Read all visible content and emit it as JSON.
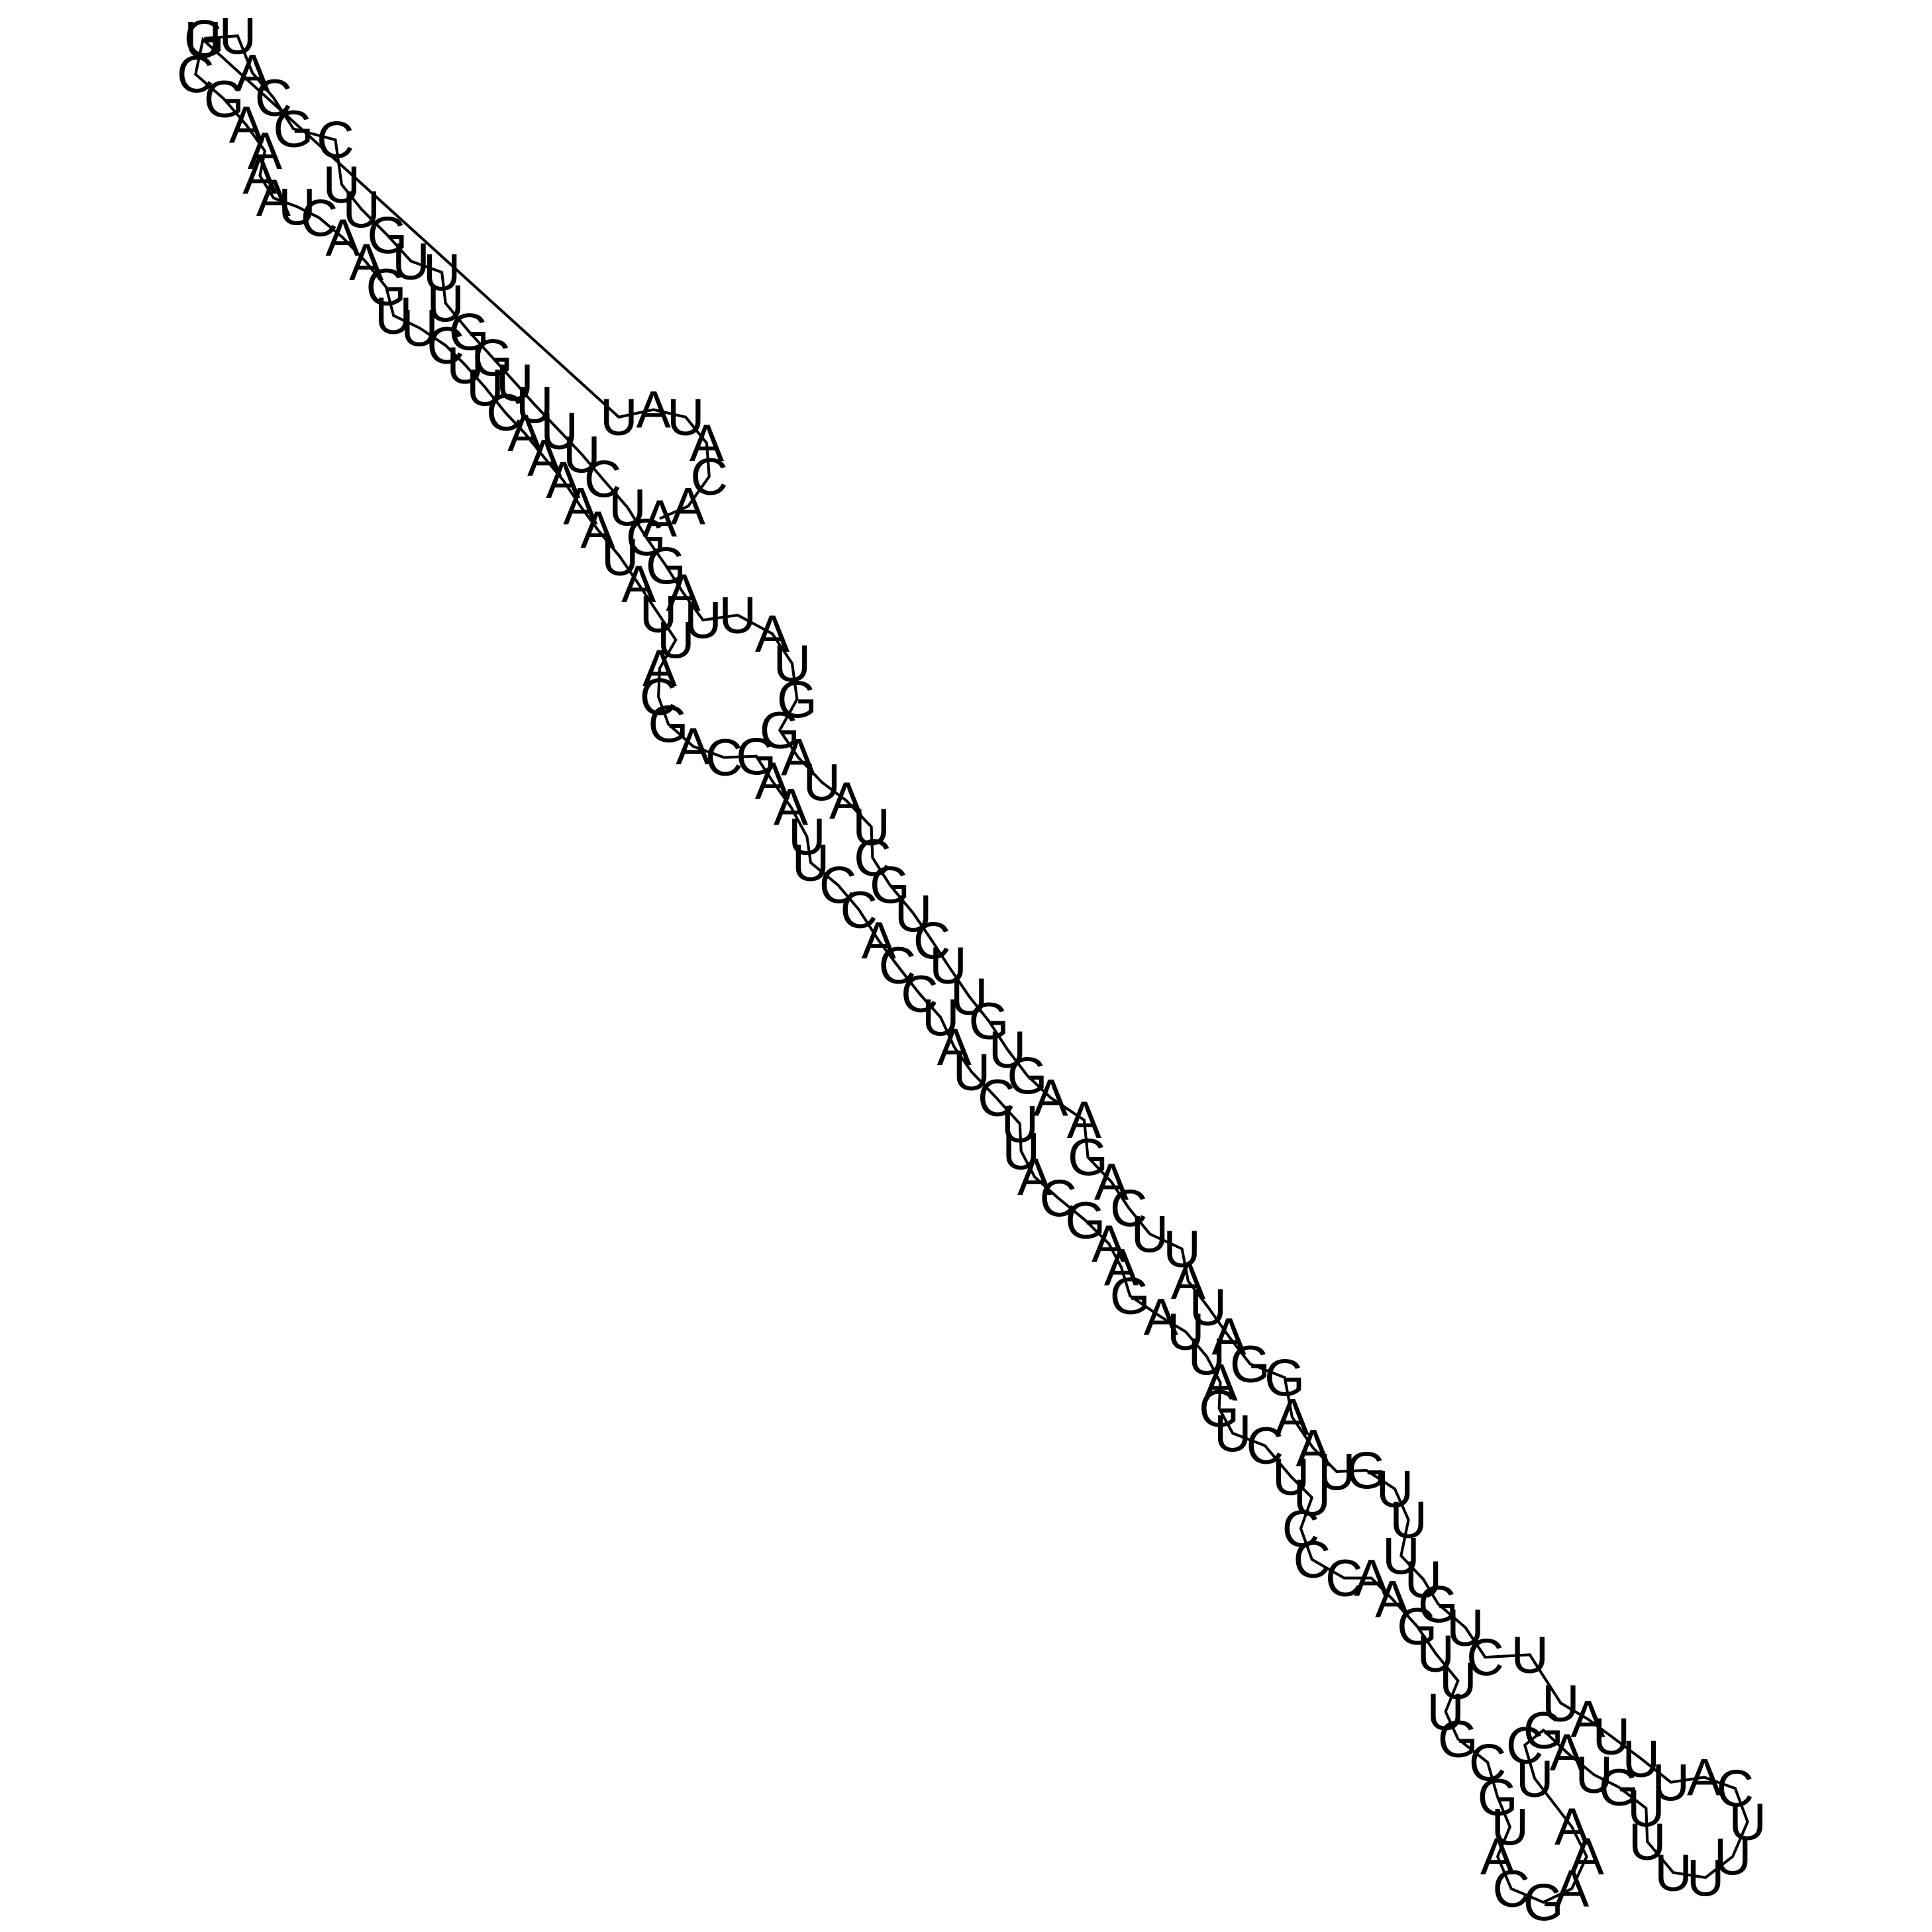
{
  "diagram": {
    "type": "rna-secondary-structure",
    "sequence_visible": "GUACGCUUGUUUGGUUUUCUGGAUUAUGGAUAUCGUCUUGUGAAGACUUAUAGGAAUGUUUUGUCAUUUACUUUUUUUGUAGCUAAAGCAUGCGUUUGAACCCUUCUGAUUAGAAGCAUUCUAUCCACCUUAAGCAGCAUUAUAAAAACUUCUUGAACUAAAAGCUUAUACAACAUUUACCAUCAAAAACGUGAAGCCGUUCCUGUGCAACAUCCUAUUAGCACUAAUUGCUUAUAGAUAGAGUGUUUUGCAUGUCCCA",
    "stroke_color": "#000000",
    "label_color": "#000000",
    "nucleotides": [
      {
        "base": "G"
      },
      {
        "base": "U"
      },
      {
        "base": "A"
      },
      {
        "base": "C"
      },
      {
        "base": "G"
      },
      {
        "base": "C"
      },
      {
        "base": "U"
      },
      {
        "base": "U"
      },
      {
        "base": "G"
      },
      {
        "base": "U"
      },
      {
        "base": "U"
      },
      {
        "base": "U"
      },
      {
        "base": "G"
      },
      {
        "base": "G"
      },
      {
        "base": "U"
      },
      {
        "base": "U"
      },
      {
        "base": "U"
      },
      {
        "base": "U"
      },
      {
        "base": "C"
      },
      {
        "base": "U"
      },
      {
        "base": "G"
      },
      {
        "base": "G"
      },
      {
        "base": "A"
      },
      {
        "base": "U"
      },
      {
        "base": "U"
      },
      {
        "base": "A"
      },
      {
        "base": "U"
      },
      {
        "base": "G"
      },
      {
        "base": "G"
      },
      {
        "base": "A"
      },
      {
        "base": "U"
      },
      {
        "base": "A"
      },
      {
        "base": "U"
      },
      {
        "base": "C"
      },
      {
        "base": "G"
      },
      {
        "base": "U"
      },
      {
        "base": "C"
      },
      {
        "base": "U"
      },
      {
        "base": "U"
      },
      {
        "base": "G"
      },
      {
        "base": "U"
      },
      {
        "base": "G"
      },
      {
        "base": "A"
      },
      {
        "base": "A"
      },
      {
        "base": "G"
      },
      {
        "base": "A"
      },
      {
        "base": "C"
      },
      {
        "base": "U"
      },
      {
        "base": "U"
      },
      {
        "base": "A"
      },
      {
        "base": "U"
      },
      {
        "base": "A"
      },
      {
        "base": "G"
      },
      {
        "base": "G"
      },
      {
        "base": "A"
      },
      {
        "base": "A"
      },
      {
        "base": "U"
      },
      {
        "base": "G"
      },
      {
        "base": "U"
      },
      {
        "base": "U"
      },
      {
        "base": "U"
      },
      {
        "base": "U"
      },
      {
        "base": "G"
      },
      {
        "base": "U"
      },
      {
        "base": "C"
      },
      {
        "base": "U"
      },
      {
        "base": "U"
      },
      {
        "base": "A"
      },
      {
        "base": "U"
      },
      {
        "base": "U"
      },
      {
        "base": "U"
      },
      {
        "base": "A"
      },
      {
        "base": "C"
      },
      {
        "base": "U"
      },
      {
        "base": "U"
      },
      {
        "base": "U"
      },
      {
        "base": "U"
      },
      {
        "base": "U"
      },
      {
        "base": "U"
      },
      {
        "base": "G"
      },
      {
        "base": "U"
      },
      {
        "base": "A"
      },
      {
        "base": "G"
      },
      {
        "base": "C"
      },
      {
        "base": "U"
      },
      {
        "base": "A"
      },
      {
        "base": "A"
      },
      {
        "base": "A"
      },
      {
        "base": "G"
      },
      {
        "base": "C"
      },
      {
        "base": "A"
      },
      {
        "base": "U"
      },
      {
        "base": "G"
      },
      {
        "base": "C"
      },
      {
        "base": "G"
      },
      {
        "base": "U"
      },
      {
        "base": "U"
      },
      {
        "base": "U"
      },
      {
        "base": "G"
      },
      {
        "base": "A"
      },
      {
        "base": "A"
      },
      {
        "base": "C"
      },
      {
        "base": "C"
      },
      {
        "base": "C"
      },
      {
        "base": "U"
      },
      {
        "base": "U"
      },
      {
        "base": "C"
      },
      {
        "base": "U"
      },
      {
        "base": "G"
      },
      {
        "base": "A"
      },
      {
        "base": "U"
      },
      {
        "base": "U"
      },
      {
        "base": "A"
      },
      {
        "base": "G"
      },
      {
        "base": "A"
      },
      {
        "base": "A"
      },
      {
        "base": "G"
      },
      {
        "base": "C"
      },
      {
        "base": "A"
      },
      {
        "base": "U"
      },
      {
        "base": "U"
      },
      {
        "base": "C"
      },
      {
        "base": "U"
      },
      {
        "base": "A"
      },
      {
        "base": "U"
      },
      {
        "base": "C"
      },
      {
        "base": "C"
      },
      {
        "base": "A"
      },
      {
        "base": "C"
      },
      {
        "base": "C"
      },
      {
        "base": "U"
      },
      {
        "base": "U"
      },
      {
        "base": "A"
      },
      {
        "base": "A"
      },
      {
        "base": "G"
      },
      {
        "base": "C"
      },
      {
        "base": "A"
      },
      {
        "base": "G"
      },
      {
        "base": "C"
      },
      {
        "base": "A"
      },
      {
        "base": "U"
      },
      {
        "base": "U"
      },
      {
        "base": "A"
      },
      {
        "base": "U"
      },
      {
        "base": "A"
      },
      {
        "base": "A"
      },
      {
        "base": "A"
      },
      {
        "base": "A"
      },
      {
        "base": "A"
      },
      {
        "base": "C"
      },
      {
        "base": "U"
      },
      {
        "base": "U"
      },
      {
        "base": "C"
      },
      {
        "base": "U"
      },
      {
        "base": "U"
      },
      {
        "base": "G"
      },
      {
        "base": "A"
      },
      {
        "base": "A"
      },
      {
        "base": "C"
      },
      {
        "base": "U"
      },
      {
        "base": "A"
      },
      {
        "base": "A"
      },
      {
        "base": "A"
      },
      {
        "base": "A"
      },
      {
        "base": "G"
      },
      {
        "base": "C"
      },
      {
        "base": "U"
      },
      {
        "base": "U"
      },
      {
        "base": "A"
      },
      {
        "base": "U"
      },
      {
        "base": "A"
      },
      {
        "base": "C"
      },
      {
        "base": "A"
      },
      {
        "base": "A"
      },
      {
        "base": "C"
      },
      {
        "base": "A"
      },
      {
        "base": "U"
      },
      {
        "base": "U"
      },
      {
        "base": "U"
      },
      {
        "base": "A"
      },
      {
        "base": "C"
      },
      {
        "base": "C"
      },
      {
        "base": "A"
      },
      {
        "base": "U"
      },
      {
        "base": "C"
      },
      {
        "base": "A"
      },
      {
        "base": "A"
      },
      {
        "base": "A"
      },
      {
        "base": "A"
      },
      {
        "base": "A"
      },
      {
        "base": "C"
      },
      {
        "base": "G"
      },
      {
        "base": "U"
      },
      {
        "base": "G"
      },
      {
        "base": "A"
      },
      {
        "base": "A"
      },
      {
        "base": "G"
      },
      {
        "base": "C"
      },
      {
        "base": "C"
      },
      {
        "base": "G"
      },
      {
        "base": "U"
      },
      {
        "base": "U"
      },
      {
        "base": "C"
      },
      {
        "base": "C"
      },
      {
        "base": "U"
      },
      {
        "base": "G"
      },
      {
        "base": "U"
      },
      {
        "base": "G"
      },
      {
        "base": "C"
      },
      {
        "base": "A"
      },
      {
        "base": "A"
      },
      {
        "base": "C"
      },
      {
        "base": "A"
      },
      {
        "base": "U"
      },
      {
        "base": "C"
      },
      {
        "base": "C"
      },
      {
        "base": "U"
      },
      {
        "base": "A"
      },
      {
        "base": "U"
      },
      {
        "base": "U"
      },
      {
        "base": "A"
      },
      {
        "base": "G"
      },
      {
        "base": "C"
      },
      {
        "base": "A"
      },
      {
        "base": "C"
      },
      {
        "base": "U"
      },
      {
        "base": "A"
      },
      {
        "base": "A"
      },
      {
        "base": "U"
      },
      {
        "base": "U"
      },
      {
        "base": "G"
      },
      {
        "base": "C"
      },
      {
        "base": "U"
      },
      {
        "base": "U"
      },
      {
        "base": "A"
      },
      {
        "base": "U"
      },
      {
        "base": "A"
      },
      {
        "base": "G"
      },
      {
        "base": "A"
      },
      {
        "base": "U"
      },
      {
        "base": "A"
      },
      {
        "base": "G"
      },
      {
        "base": "A"
      },
      {
        "base": "G"
      },
      {
        "base": "U"
      },
      {
        "base": "G"
      },
      {
        "base": "U"
      },
      {
        "base": "U"
      },
      {
        "base": "U"
      },
      {
        "base": "U"
      },
      {
        "base": "G"
      },
      {
        "base": "C"
      },
      {
        "base": "A"
      },
      {
        "base": "U"
      },
      {
        "base": "G"
      },
      {
        "base": "U"
      },
      {
        "base": "C"
      },
      {
        "base": "C"
      },
      {
        "base": "C"
      },
      {
        "base": "A"
      }
    ]
  }
}
